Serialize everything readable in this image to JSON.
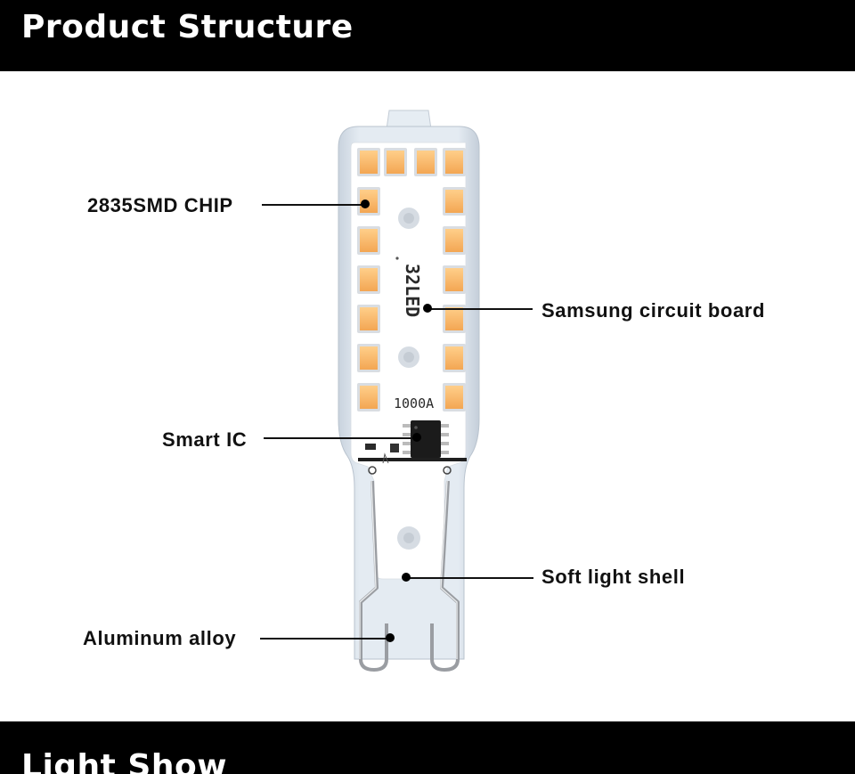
{
  "header": {
    "title": "Product Structure"
  },
  "footer": {
    "title": "Light Show"
  },
  "board_print": {
    "led_count": "32LED",
    "code": "1000A"
  },
  "callouts": {
    "chip": "2835SMD CHIP",
    "board": "Samsung circuit board",
    "ic": "Smart IC",
    "shell": "Soft light shell",
    "alloy": "Aluminum alloy"
  },
  "colors": {
    "band": "#000000",
    "led": "#f9b565",
    "board": "#ffffff",
    "shell": "#dde6ef"
  }
}
